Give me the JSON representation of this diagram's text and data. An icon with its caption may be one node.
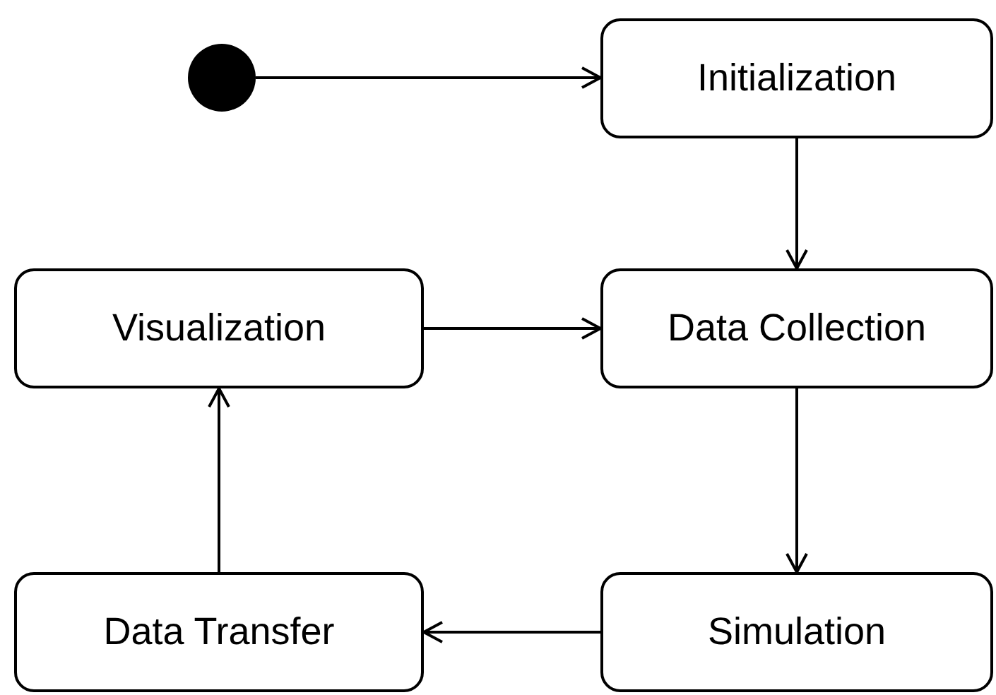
{
  "diagram": {
    "nodes": [
      {
        "text": [],
        "shape": "circle"
      },
      {
        "text": [
          "Initialization"
        ]
      },
      {
        "text": [
          "Visualization"
        ]
      },
      {
        "text": [
          "Data Collection"
        ]
      },
      {
        "text": [
          "Data Transfer"
        ]
      },
      {
        "text": [
          "Simulation"
        ]
      }
    ],
    "edges": [
      {
        "from": 0,
        "to": 1,
        "arrow": "to"
      },
      {
        "from": 1,
        "to": 3,
        "arrow": "to"
      },
      {
        "from": 2,
        "to": 3,
        "arrow": "to"
      },
      {
        "from": 3,
        "to": 5,
        "arrow": "to"
      },
      {
        "from": 5,
        "to": 4,
        "arrow": "to"
      },
      {
        "from": 4,
        "to": 2,
        "arrow": "to"
      }
    ]
  }
}
